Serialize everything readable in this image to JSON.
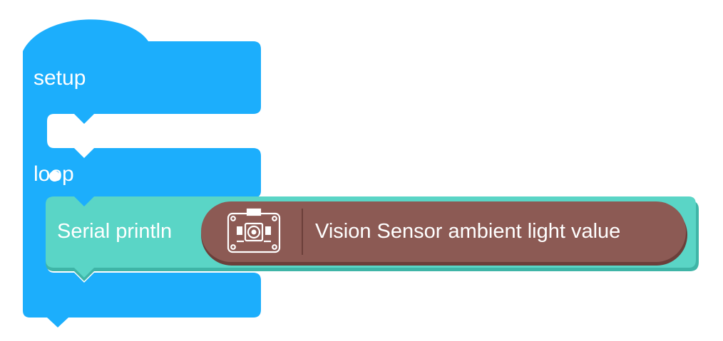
{
  "blocks": {
    "setup": {
      "label": "setup",
      "color": "#1caefc"
    },
    "loop": {
      "label": "loop",
      "color": "#1caefc"
    },
    "serial_println": {
      "label": "Serial println",
      "color": "#5ad5c6",
      "shadow": "#3fb5a7"
    },
    "vision_sensor": {
      "label": "Vision Sensor ambient light value",
      "icon": "vision-sensor-module-icon",
      "color": "#8c5a54",
      "shadow": "#6b3f3a"
    }
  }
}
